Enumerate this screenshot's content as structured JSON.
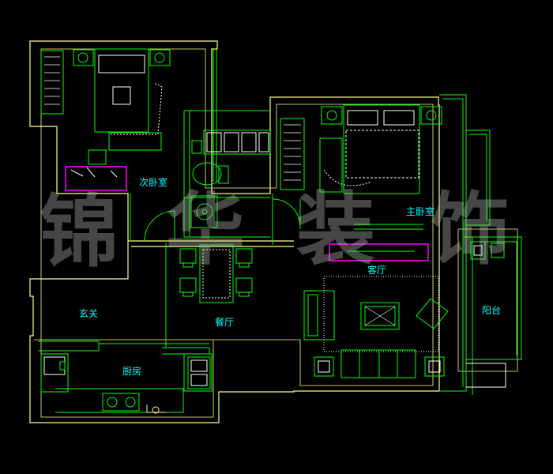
{
  "watermark": [
    "锦",
    "华",
    "装",
    "饰"
  ],
  "rooms": {
    "second_bedroom": "次卧室",
    "master_bedroom": "主卧室",
    "living_room": "客厅",
    "balcony": "阳台",
    "entrance": "玄关",
    "dining_room": "餐厅",
    "kitchen": "厨房"
  },
  "colors": {
    "background": "#000000",
    "outer_wall": "#ffff80",
    "furniture": "#00ff00",
    "highlight": "#ff00ff",
    "label": "#00ffff",
    "detail": "#ffffff"
  }
}
